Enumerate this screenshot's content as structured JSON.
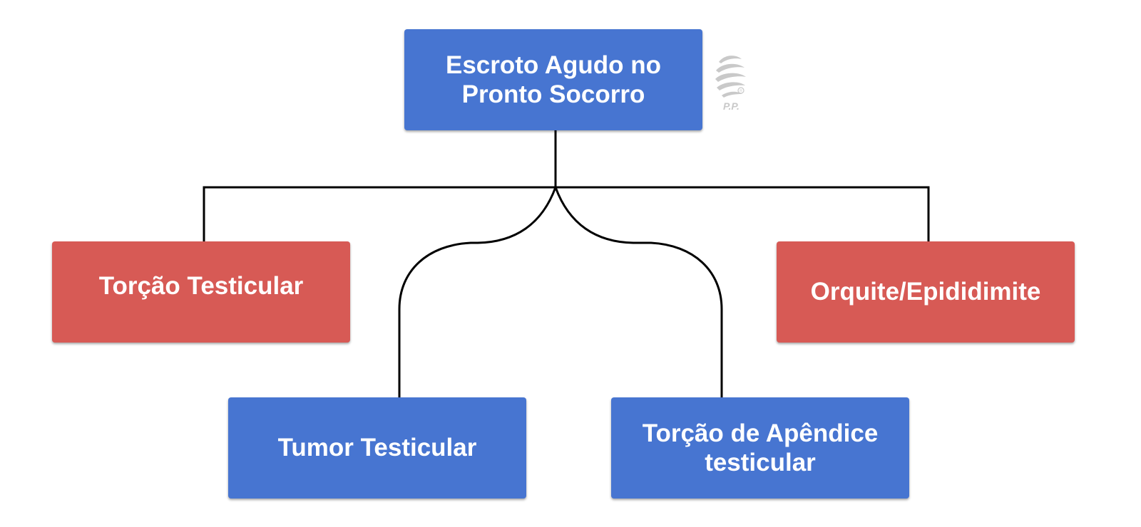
{
  "diagram": {
    "root": {
      "label": "Escroto Agudo no Pronto Socorro",
      "color": "#4775d1"
    },
    "children": [
      {
        "label": "Torção Testicular",
        "color": "#d75a55"
      },
      {
        "label": "Tumor Testicular",
        "color": "#4775d1"
      },
      {
        "label": "Torção de Apêndice testicular",
        "color": "#4775d1"
      },
      {
        "label": "Orquite/Epididimite",
        "color": "#d75a55"
      }
    ],
    "connector_color": "#000000"
  },
  "watermark": {
    "icon": "striped-globe-registered-logo",
    "text": "P.P."
  }
}
